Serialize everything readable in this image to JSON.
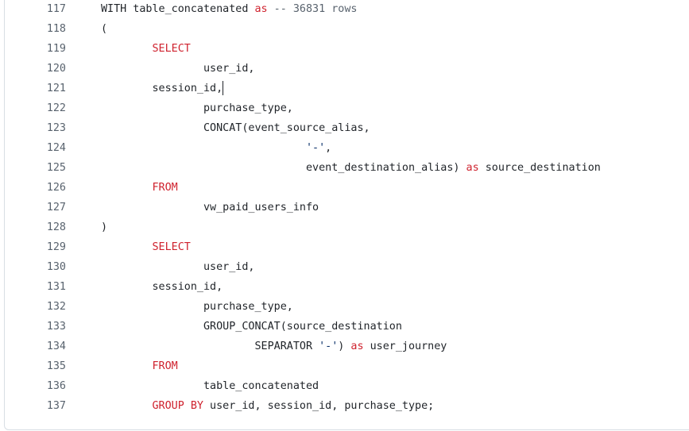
{
  "editor": {
    "lines": [
      {
        "number": "117",
        "indent": 0,
        "tokens": [
          {
            "text": "WITH table_concatenated ",
            "kind": "plain"
          },
          {
            "text": "as",
            "kind": "kw"
          },
          {
            "text": " -- 36831 rows",
            "kind": "cm"
          }
        ]
      },
      {
        "number": "118",
        "indent": 0,
        "tokens": [
          {
            "text": "(",
            "kind": "plain"
          }
        ]
      },
      {
        "number": "119",
        "indent": 1,
        "tokens": [
          {
            "text": "SELECT",
            "kind": "kw"
          }
        ]
      },
      {
        "number": "120",
        "indent": 2,
        "tokens": [
          {
            "text": "user_id,",
            "kind": "plain"
          }
        ]
      },
      {
        "number": "121",
        "indent": 1,
        "tokens": [
          {
            "text": "session_id,",
            "kind": "plain"
          }
        ],
        "caret": true
      },
      {
        "number": "122",
        "indent": 2,
        "tokens": [
          {
            "text": "purchase_type,",
            "kind": "plain"
          }
        ]
      },
      {
        "number": "123",
        "indent": 2,
        "tokens": [
          {
            "text": "CONCAT(event_source_alias,",
            "kind": "plain"
          }
        ]
      },
      {
        "number": "124",
        "indent": 4,
        "tokens": [
          {
            "text": "'-'",
            "kind": "str"
          },
          {
            "text": ",",
            "kind": "plain"
          }
        ]
      },
      {
        "number": "125",
        "indent": 4,
        "tokens": [
          {
            "text": "event_destination_alias) ",
            "kind": "plain"
          },
          {
            "text": "as",
            "kind": "kw"
          },
          {
            "text": " source_destination",
            "kind": "plain"
          }
        ]
      },
      {
        "number": "126",
        "indent": 1,
        "tokens": [
          {
            "text": "FROM",
            "kind": "kw"
          }
        ]
      },
      {
        "number": "127",
        "indent": 2,
        "tokens": [
          {
            "text": "vw_paid_users_info",
            "kind": "plain"
          }
        ]
      },
      {
        "number": "128",
        "indent": 0,
        "tokens": [
          {
            "text": ")",
            "kind": "plain"
          }
        ]
      },
      {
        "number": "129",
        "indent": 1,
        "tokens": [
          {
            "text": "SELECT",
            "kind": "kw"
          }
        ]
      },
      {
        "number": "130",
        "indent": 2,
        "tokens": [
          {
            "text": "user_id,",
            "kind": "plain"
          }
        ]
      },
      {
        "number": "131",
        "indent": 1,
        "tokens": [
          {
            "text": "session_id,",
            "kind": "plain"
          }
        ]
      },
      {
        "number": "132",
        "indent": 2,
        "tokens": [
          {
            "text": "purchase_type,",
            "kind": "plain"
          }
        ]
      },
      {
        "number": "133",
        "indent": 2,
        "tokens": [
          {
            "text": "GROUP_CONCAT(source_destination",
            "kind": "plain"
          }
        ]
      },
      {
        "number": "134",
        "indent": 3,
        "tokens": [
          {
            "text": "SEPARATOR ",
            "kind": "plain"
          },
          {
            "text": "'-'",
            "kind": "str"
          },
          {
            "text": ") ",
            "kind": "plain"
          },
          {
            "text": "as",
            "kind": "kw"
          },
          {
            "text": " user_journey",
            "kind": "plain"
          }
        ]
      },
      {
        "number": "135",
        "indent": 1,
        "tokens": [
          {
            "text": "FROM",
            "kind": "kw"
          }
        ]
      },
      {
        "number": "136",
        "indent": 2,
        "tokens": [
          {
            "text": "table_concatenated",
            "kind": "plain"
          }
        ]
      },
      {
        "number": "137",
        "indent": 1,
        "tokens": [
          {
            "text": "GROUP BY",
            "kind": "kw"
          },
          {
            "text": " user_id, session_id, purchase_type;",
            "kind": "plain"
          }
        ]
      }
    ],
    "colors": {
      "keyword": "#cf222e",
      "comment": "#59636e",
      "string": "#0a3069",
      "text": "#1f2328"
    }
  }
}
